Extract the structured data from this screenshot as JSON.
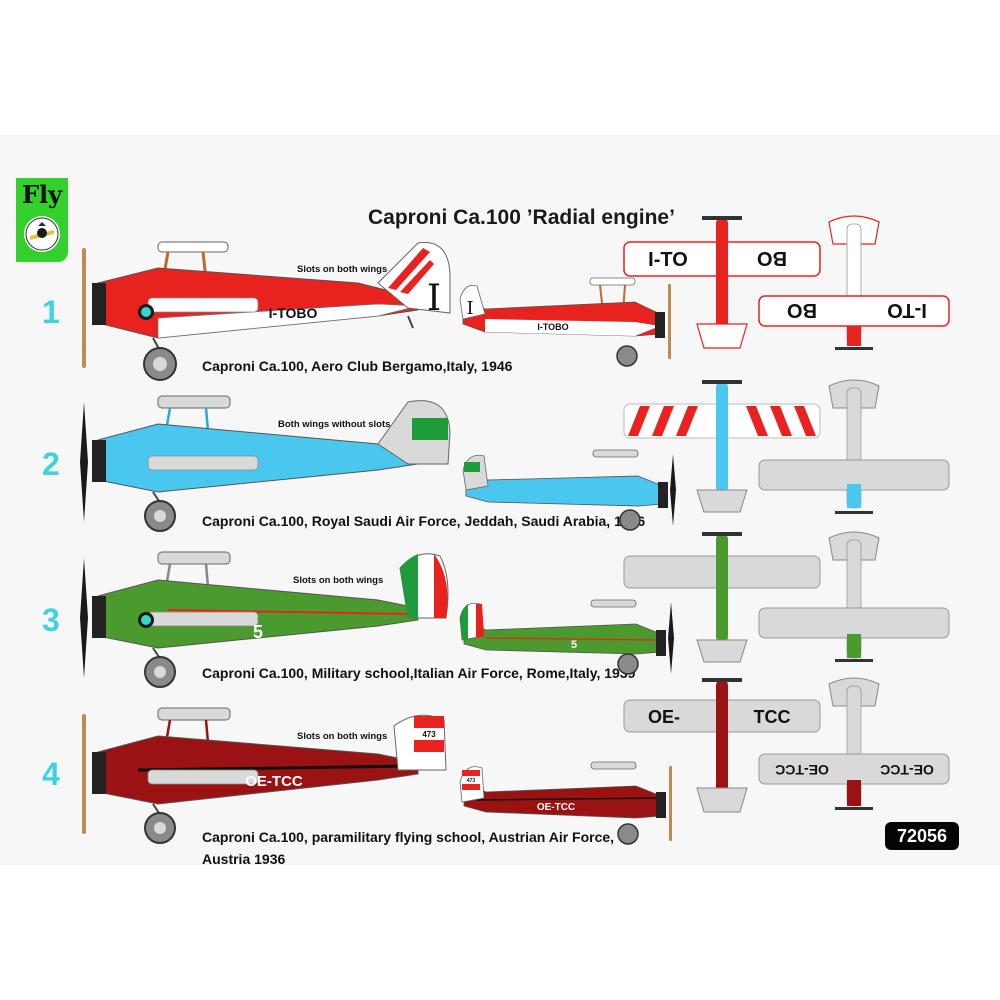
{
  "title": "Caproni Ca.100 ’Radial engine’",
  "logo_text": "Fly",
  "product_code": "72056",
  "schemes": [
    {
      "number": "1",
      "caption": "Caproni Ca.100, Aero Club Bergamo,Italy, 1946",
      "note": "Slots on both wings",
      "registration": "I-TOBO",
      "tail_mark": "I",
      "wing_top_reg": [
        "I-TO",
        "BO"
      ],
      "wing_bottom_reg": [
        "I-TO",
        "BO"
      ],
      "colors": {
        "main": "#e8231f",
        "secondary": "#ffffff"
      }
    },
    {
      "number": "2",
      "caption": "Caproni Ca.100, Royal Saudi Air Force, Jeddah, Saudi Arabia, 1936",
      "note": "Both wings without slots",
      "colors": {
        "main": "#49c7ee",
        "secondary": "#d9d9d9",
        "flag": "#1e9b3a"
      }
    },
    {
      "number": "3",
      "caption": "Caproni Ca.100, Military school,Italian Air Force,  Rome,Italy, 1939",
      "note": "Slots on both wings",
      "fuselage_number": "5",
      "colors": {
        "main": "#4b9a2e",
        "secondary": "#d9d9d9",
        "flag_green": "#1e9b3a",
        "flag_red": "#e8231f"
      }
    },
    {
      "number": "4",
      "caption_lines": [
        "Caproni Ca.100, paramilitary flying school, Austrian Air Force,",
        "Austria 1936"
      ],
      "note": "Slots on both wings",
      "registration": "OE-TCC",
      "tail_number": "473",
      "wing_top_reg": [
        "OE-",
        "TCC"
      ],
      "wing_bottom_reg": [
        "OE-TCC",
        "OE-TCC"
      ],
      "colors": {
        "main": "#9b1212",
        "secondary": "#d9d9d9",
        "flag_red": "#e8231f"
      }
    }
  ]
}
